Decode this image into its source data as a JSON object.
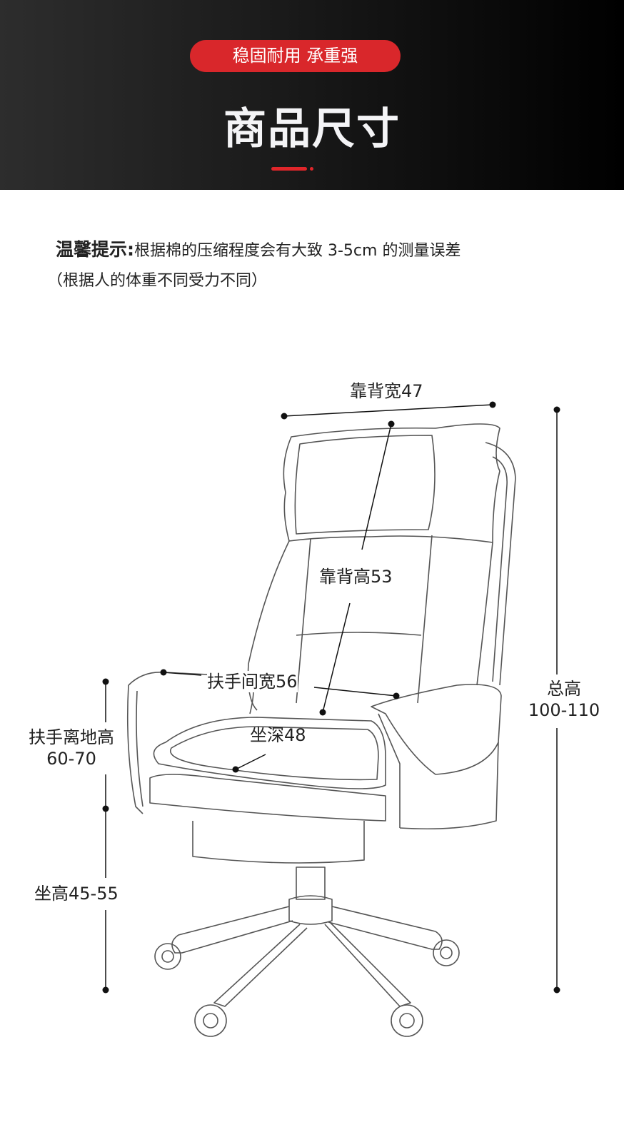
{
  "header": {
    "badge": "稳固耐用 承重强",
    "title": "商品尺寸"
  },
  "note": {
    "label": "温馨提示:",
    "text": "根据棉的压缩程度会有大致 3-5cm 的测量误差",
    "line2": "（根据人的体重不同受力不同）"
  },
  "dimensions": {
    "back_width": "靠背宽47",
    "back_height": "靠背高53",
    "armrest_gap": "扶手间宽56",
    "seat_depth": "坐深48",
    "total_height_label": "总高",
    "total_height_value": "100-110",
    "armrest_height_label": "扶手离地高",
    "armrest_height_value": "60-70",
    "seat_height": "坐高45-55"
  },
  "colors": {
    "accent": "#d9272b",
    "header_bg": "#1a1a1a"
  }
}
